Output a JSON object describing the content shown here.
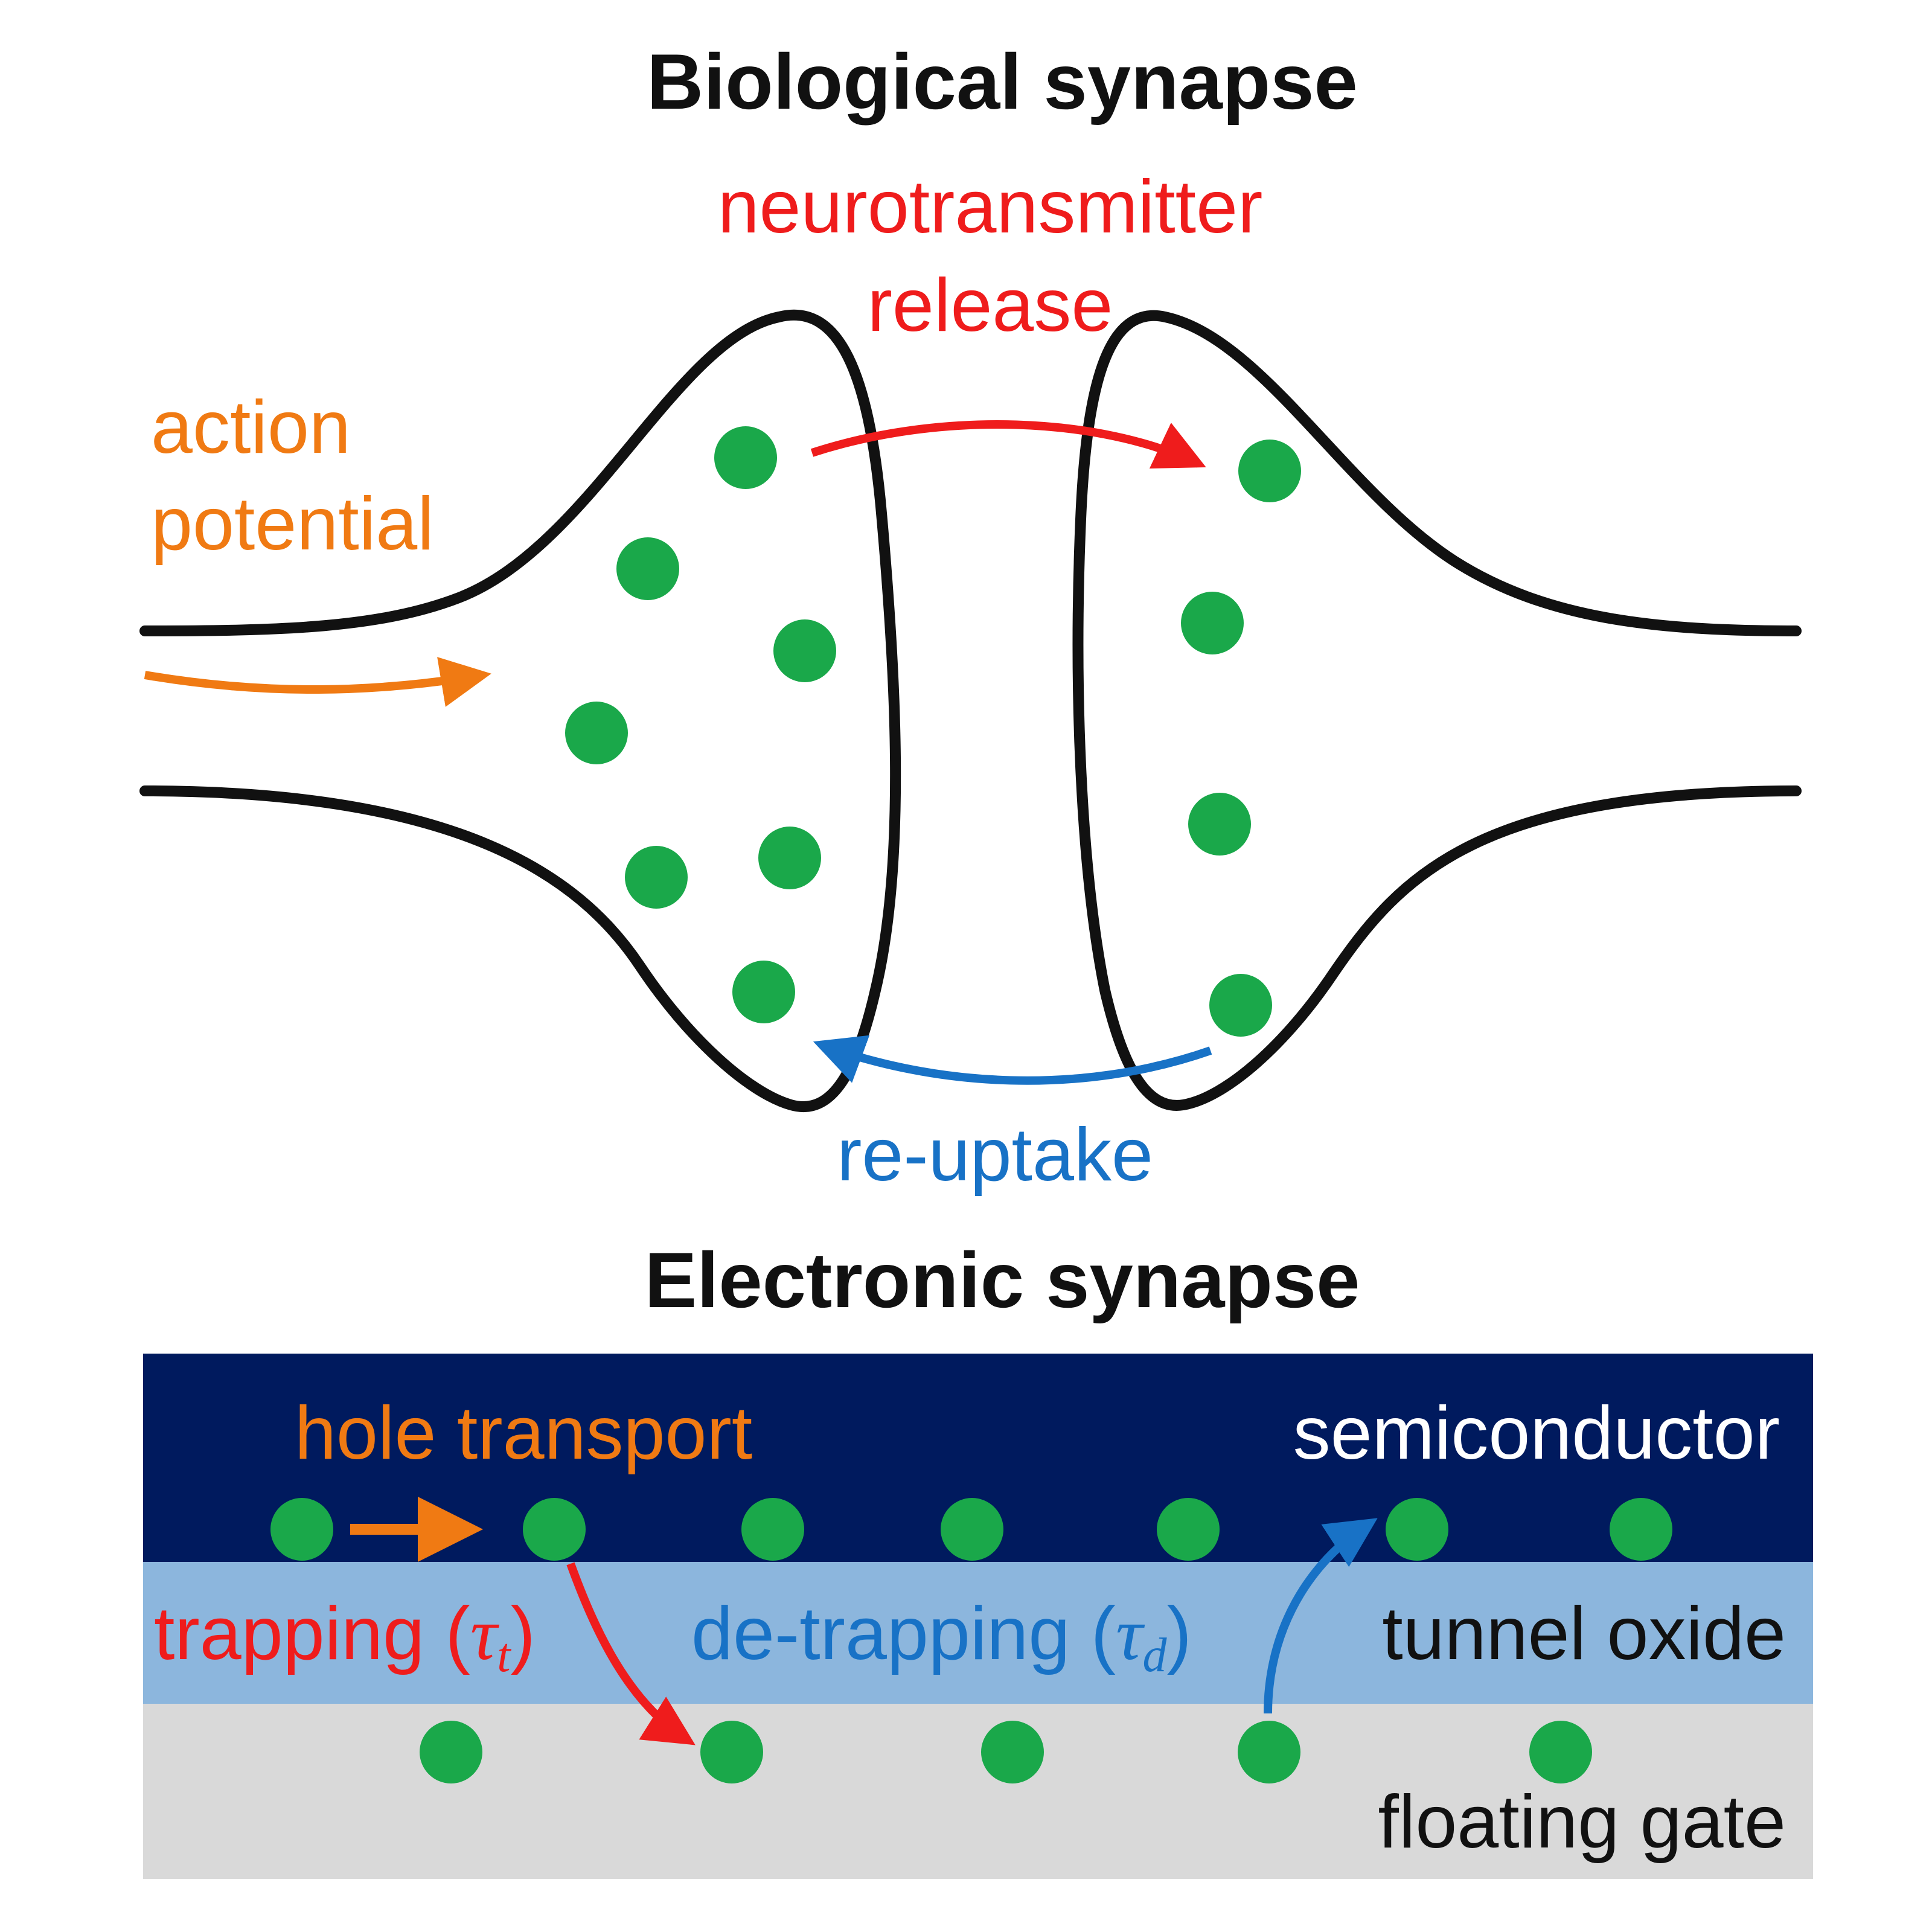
{
  "colors": {
    "membrane": "#111111",
    "vesicle": "#1aa84a",
    "action_potential": "#f07a13",
    "release": "#ef1c1c",
    "reuptake": "#1872c6",
    "semiconductor": "#001a5e",
    "tunnel_oxide": "#8cb6dd",
    "floating_gate": "#d9d9d9",
    "semiconductor_text": "#ffffff",
    "layer_text": "#111111"
  },
  "biological": {
    "title": "Biological synapse",
    "release_label_1": "neurotransmitter",
    "release_label_2": "release",
    "action_label_1": "action",
    "action_label_2": "potential",
    "reuptake_label": "re-uptake"
  },
  "electronic": {
    "title": "Electronic synapse",
    "hole_transport": "hole transport",
    "semiconductor": "semiconductor",
    "trapping": "trapping (",
    "trapping_tau": "τ",
    "trapping_sub": "t",
    "trapping_close": ")",
    "detrapping": "de-trapping (",
    "detrapping_tau": "τ",
    "detrapping_sub": "d",
    "detrapping_close": ")",
    "tunnel_oxide": "tunnel oxide",
    "floating_gate": "floating gate"
  }
}
